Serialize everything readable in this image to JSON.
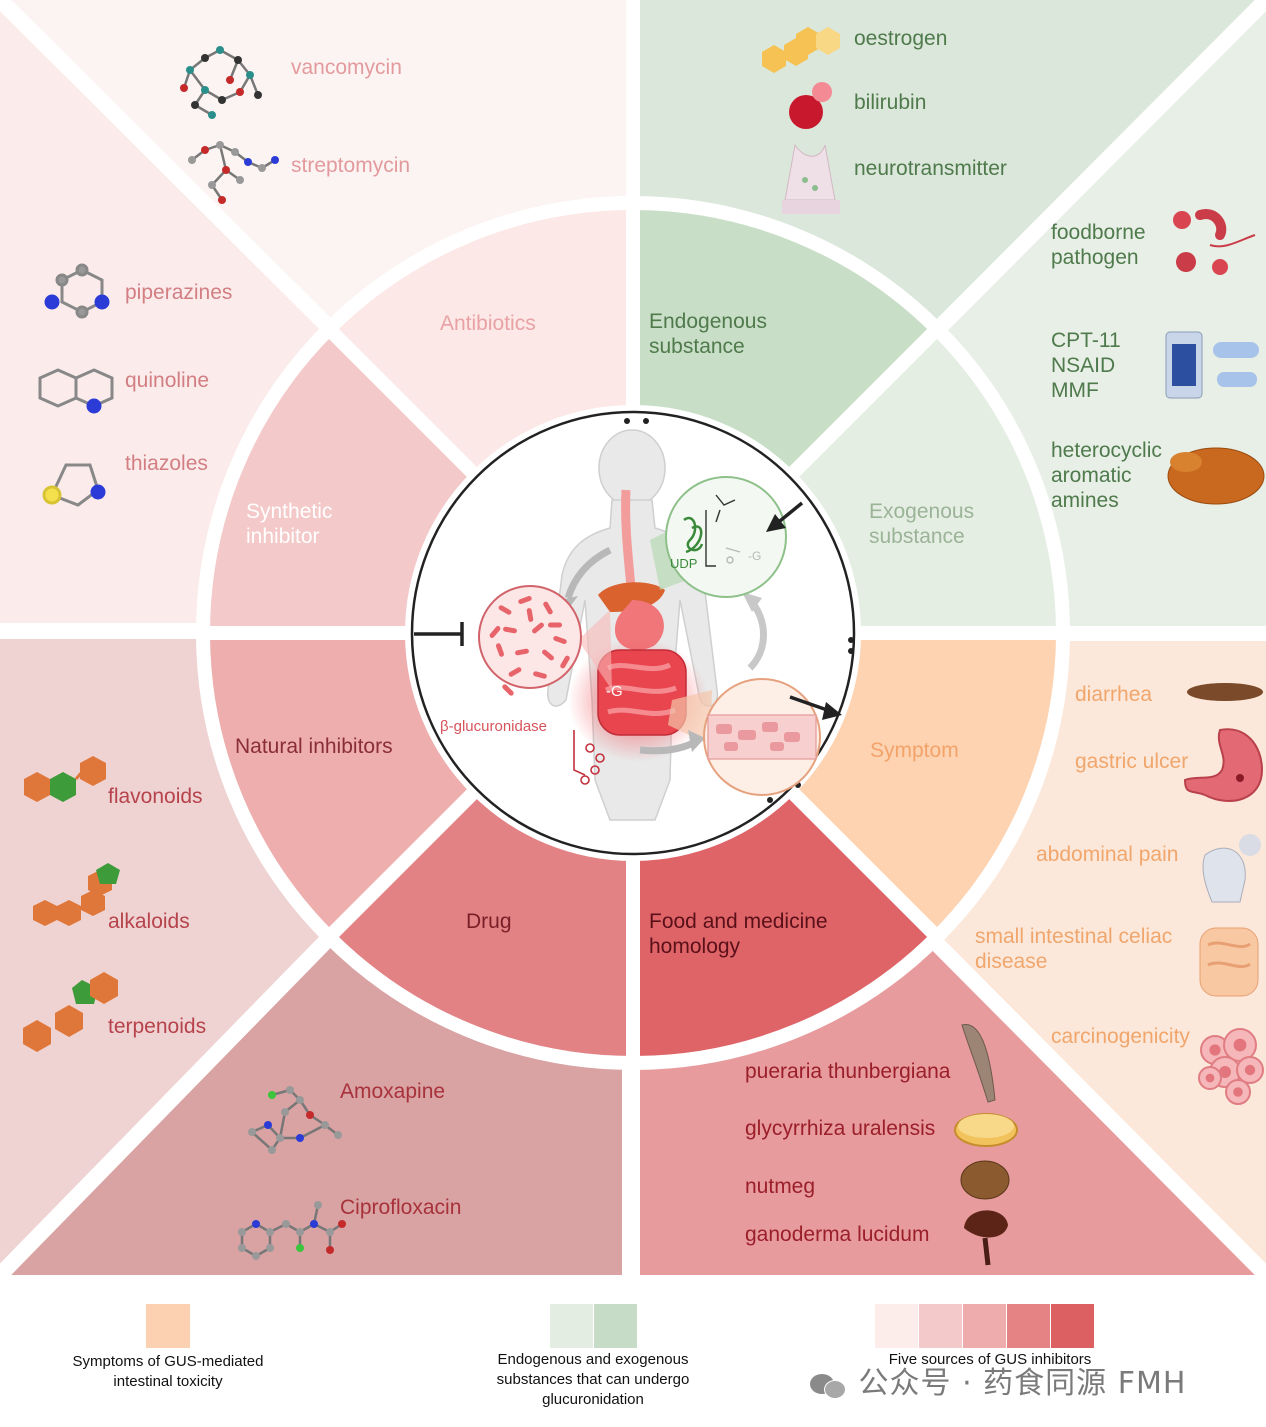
{
  "colors": {
    "antibiotics_bg": "#fcebe9",
    "synthetic_bg": "#f7dcdb",
    "natural_bg": "#f0d2d2",
    "drug_bg": "#d9a1a3",
    "food_bg": "#e79a9c",
    "symptom_bg": "#fce8da",
    "endogenous_bg": "#dbe8da",
    "exogenous_bg": "#e8efe6",
    "antibiotics_text": "#e39a9d",
    "synthetic_text": "#d27e82",
    "natural_text": "#c24f56",
    "drug_text": "#b43c45",
    "food_text": "#a9232e",
    "symptom_text": "#f0a66c",
    "endogenous_text": "#4f7a4c",
    "exogenous_text": "#8aa688"
  },
  "sectors": {
    "antibiotics": "Antibiotics",
    "synthetic": [
      "Synthetic",
      "inhibitor"
    ],
    "natural": "Natural inhibitors",
    "drug": "Drug",
    "food": [
      "Food and medicine",
      "homology"
    ],
    "symptom": "Symptom",
    "endogenous": [
      "Endogenous",
      "substance"
    ],
    "exogenous": [
      "Exogenous",
      "substance"
    ]
  },
  "antibiotics_items": [
    "vancomycin",
    "streptomycin"
  ],
  "synthetic_items": [
    "piperazines",
    "quinoline",
    "thiazoles"
  ],
  "natural_items": [
    "flavonoids",
    "alkaloids",
    "terpenoids"
  ],
  "drug_items": [
    "Amoxapine",
    "Ciprofloxacin"
  ],
  "food_items": [
    "pueraria thunbergiana",
    "glycyrrhiza uralensis",
    "nutmeg",
    "ganoderma lucidum"
  ],
  "endogenous_items": [
    "oestrogen",
    "bilirubin",
    "neurotransmitter"
  ],
  "exogenous_items": {
    "pathogen": [
      "foodborne",
      "pathogen"
    ],
    "drugs": [
      "CPT-11",
      "NSAID",
      "MMF"
    ],
    "amines": [
      "heterocyclic",
      "aromatic",
      "amines"
    ]
  },
  "symptom_items": {
    "diarrhea": "diarrhea",
    "gastric_ulcer": "gastric ulcer",
    "abdominal_pain": "abdominal pain",
    "celiac": [
      "small intestinal celiac",
      "disease"
    ],
    "carcinogenicity": "carcinogenicity"
  },
  "center": {
    "enzyme": "β-glucuronidase",
    "udp": "UDP",
    "g_small": "-G",
    "g_center": "-G"
  },
  "legend": {
    "symptoms": [
      "Symptoms of GUS-mediated",
      "intestinal toxicity"
    ],
    "substances": [
      "Endogenous and exogenous",
      "substances that can undergo",
      "glucuronidation"
    ],
    "sources": "Five sources of GUS inhibitors",
    "symptom_color": "#fbd1b2",
    "substance_colors": [
      "#e3ede1",
      "#c7dcc6"
    ],
    "source_colors": [
      "#fcecea",
      "#f4c9c9",
      "#eeacac",
      "#e48284",
      "#dc5f62"
    ]
  },
  "watermark": "公众号 · 药食同源 FMH"
}
